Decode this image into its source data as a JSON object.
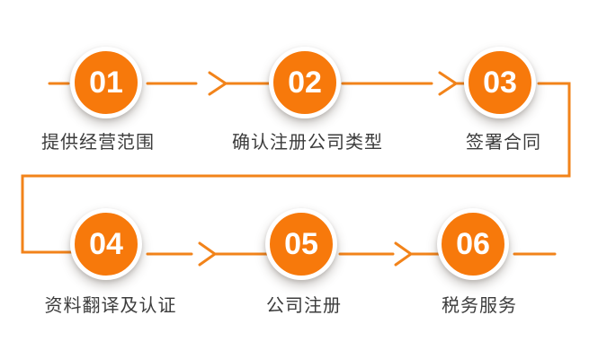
{
  "diagram": {
    "type": "process-flow",
    "direction": "left-to-right, wrapping to second row after step 3"
  },
  "steps": [
    {
      "number": "01",
      "label": "提供经营范围"
    },
    {
      "number": "02",
      "label": "确认注册公司类型"
    },
    {
      "number": "03",
      "label": "签署合同"
    },
    {
      "number": "04",
      "label": "资料翻译及认证"
    },
    {
      "number": "05",
      "label": "公司注册"
    },
    {
      "number": "06",
      "label": "税务服务"
    }
  ],
  "colors": {
    "circle": "#f7790b",
    "line": "#f2831a",
    "number_text": "#ffffff",
    "label_text": "#3c3c3c",
    "background": "#ffffff"
  }
}
